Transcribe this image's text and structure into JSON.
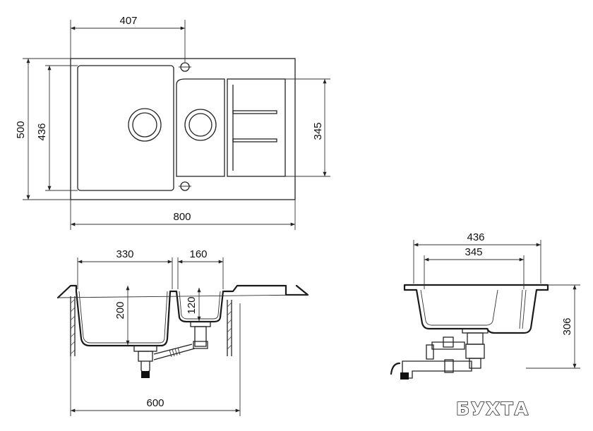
{
  "dimensions": {
    "top_width_bowl": "407",
    "top_overall_width": "800",
    "top_overall_depth": "500",
    "top_bowl_depth": "436",
    "top_small_bowl_depth": "345",
    "front_main_bowl_width": "330",
    "front_small_bowl_width": "160",
    "front_main_bowl_depth": "200",
    "front_small_bowl_depth": "120",
    "front_cabinet_width": "600",
    "side_outer_width": "436",
    "side_inner_width": "345",
    "side_depth": "306"
  },
  "logo": {
    "text": "БУХТА"
  }
}
